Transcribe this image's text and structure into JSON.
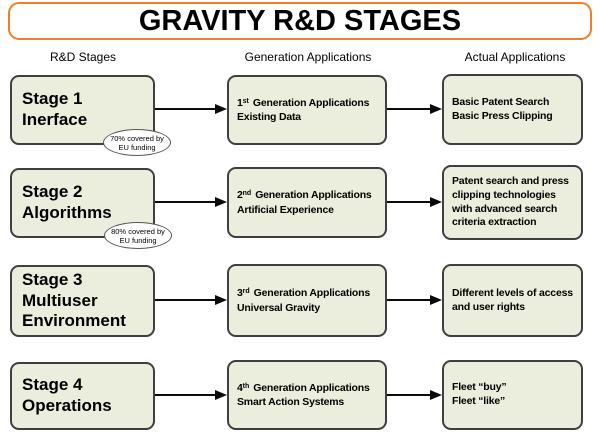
{
  "title": "GRAVITY R&D STAGES",
  "column_headers": {
    "stages": "R&D Stages",
    "generation": "Generation Applications",
    "actual": "Actual Applications"
  },
  "colors": {
    "title_border": "#f08023",
    "box_fill": "#ebeedd",
    "box_border": "#3f3f3f",
    "bubble_fill": "#ffffff",
    "bubble_border": "#555555",
    "arrow": "#0a0a0a",
    "text": "#000000",
    "background": "#ffffff"
  },
  "rows": [
    {
      "stage": "Stage 1\nInerface",
      "funding_note": "70% covered by\nEU funding",
      "generation": {
        "num": "1",
        "sup": "st",
        "rest": "Generation Applications",
        "line2": "Existing Data"
      },
      "actual": "Basic Patent Search\nBasic Press Clipping"
    },
    {
      "stage": "Stage 2\nAlgorithms",
      "funding_note": "80% covered by\nEU funding",
      "generation": {
        "num": "2",
        "sup": "nd",
        "rest": "Generation Applications",
        "line2": "Artificial Experience"
      },
      "actual": "Patent search and press\nclipping technologies\nwith advanced search\ncriteria extraction"
    },
    {
      "stage": "Stage 3\nMultiuser\nEnvironment",
      "generation": {
        "num": "3",
        "sup": "rd",
        "rest": "Generation Applications",
        "line2": "Universal Gravity"
      },
      "actual": "Different levels of access\nand user rights"
    },
    {
      "stage": "Stage 4\nOperations",
      "generation": {
        "num": "4",
        "sup": "th",
        "rest": "Generation Applications",
        "line2": "Smart Action Systems"
      },
      "actual": "Fleet “buy”\nFleet “like”"
    }
  ]
}
